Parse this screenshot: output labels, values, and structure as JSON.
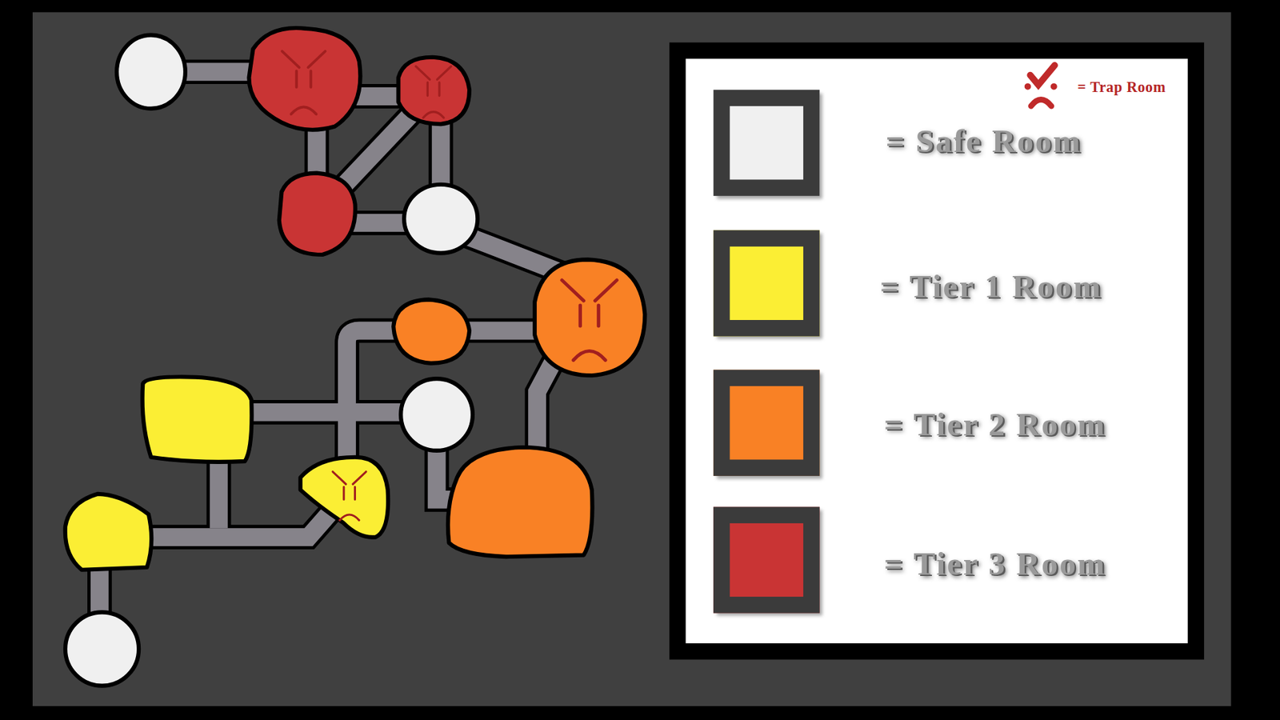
{
  "diagram": {
    "legend": [
      {
        "text": "= Trap Room"
      },
      {
        "text": "= Safe Room",
        "color": "#f0f0f0"
      },
      {
        "text": "= Tier 1 Room",
        "color": "#fbee34"
      },
      {
        "text": "= Tier 2 Room",
        "color": "#f98125"
      },
      {
        "text": "= Tier 3 Room",
        "color": "#c93434"
      }
    ]
  }
}
